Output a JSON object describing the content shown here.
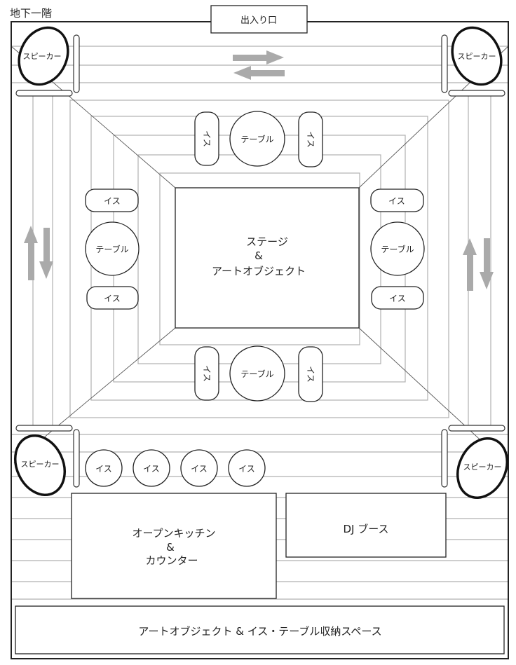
{
  "floor_title": "地下一階",
  "entrance": "出入り口",
  "stage": {
    "line1": "ステージ",
    "line2": "&",
    "line3": "アートオブジェクト"
  },
  "table_label": "テーブル",
  "chair_label": "イス",
  "speaker_label": "スピーカー",
  "kitchen": {
    "line1": "オープンキッチン",
    "line2": "&",
    "line3": "カウンター"
  },
  "dj_booth": "DJ ブース",
  "storage": "アートオブジェクト & イス・テーブル収納スペース",
  "colors": {
    "arrow": "#aaaaaa",
    "floor_lines": "#b0b0b0",
    "outline": "#222222"
  }
}
